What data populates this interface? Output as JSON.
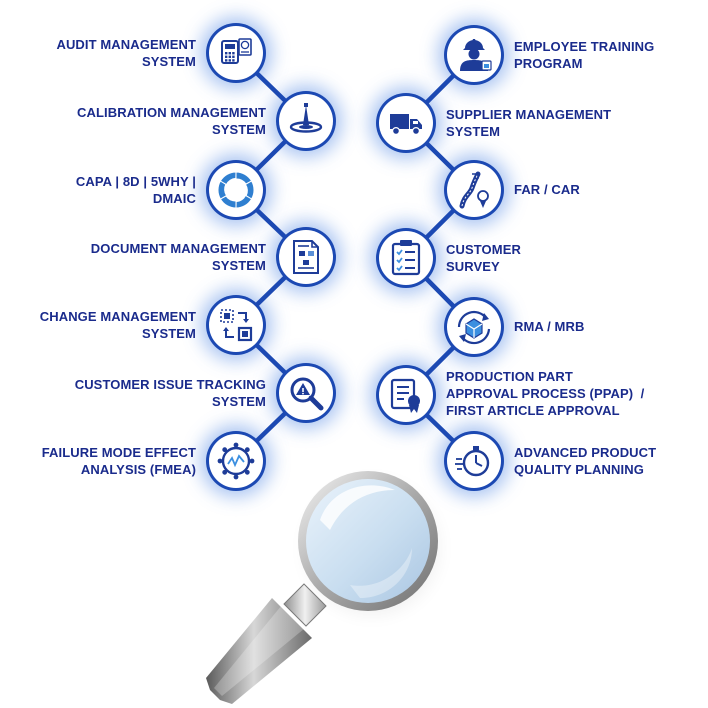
{
  "colors": {
    "accent": "#1c49b3",
    "label": "#1a2b8c",
    "icon": "#1e3c98",
    "glow": "#9ab9ef"
  },
  "left_items": [
    {
      "id": "audit",
      "icon": "calculator-dollar-icon",
      "lines": [
        "AUDIT MANAGEMENT",
        "SYSTEM"
      ]
    },
    {
      "id": "calibration",
      "icon": "calibration-gauge-icon",
      "lines": [
        "CALIBRATION MANAGEMENT",
        "SYSTEM"
      ]
    },
    {
      "id": "capa",
      "icon": "cycle-arrows-icon",
      "lines": [
        "CAPA | 8D | 5WHY |",
        "DMAIC"
      ]
    },
    {
      "id": "document",
      "icon": "document-icon",
      "lines": [
        "DOCUMENT MANAGEMENT",
        "SYSTEM"
      ]
    },
    {
      "id": "change",
      "icon": "change-arrows-icon",
      "lines": [
        "CHANGE MANAGEMENT",
        "SYSTEM"
      ]
    },
    {
      "id": "issue",
      "icon": "issue-magnifier-icon",
      "lines": [
        "CUSTOMER ISSUE TRACKING",
        "SYSTEM"
      ]
    },
    {
      "id": "fmea",
      "icon": "gear-analysis-icon",
      "lines": [
        "FAILURE MODE EFFECT",
        "ANALYSIS (FMEA)"
      ]
    }
  ],
  "right_items": [
    {
      "id": "training",
      "icon": "worker-icon",
      "lines": [
        "EMPLOYEE TRAINING",
        "PROGRAM"
      ]
    },
    {
      "id": "supplier",
      "icon": "delivery-truck-icon",
      "lines": [
        "SUPPLIER MANAGEMENT",
        "SYSTEM"
      ]
    },
    {
      "id": "farcar",
      "icon": "road-route-icon",
      "lines": [
        "FAR / CAR"
      ]
    },
    {
      "id": "survey",
      "icon": "clipboard-checklist-icon",
      "lines": [
        "CUSTOMER",
        "SURVEY"
      ]
    },
    {
      "id": "rma",
      "icon": "box-return-icon",
      "lines": [
        "RMA / MRB"
      ]
    },
    {
      "id": "ppap",
      "icon": "approval-document-icon",
      "lines": [
        "PRODUCTION PART",
        "APPROVAL PROCESS (PPAP)  /",
        "FIRST ARTICLE APPROVAL"
      ]
    },
    {
      "id": "apqp",
      "icon": "stopwatch-icon",
      "lines": [
        "ADVANCED PRODUCT",
        "QUALITY PLANNING"
      ]
    }
  ],
  "magnifier_icon": "magnifying-glass-icon"
}
